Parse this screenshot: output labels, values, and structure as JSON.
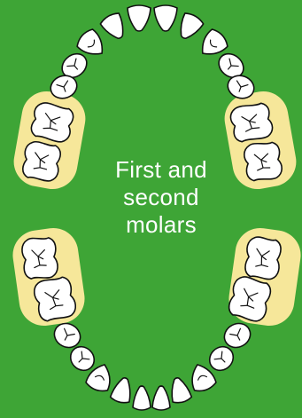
{
  "caption": {
    "line1": "First and",
    "line2": "second",
    "line3": "molars"
  },
  "colors": {
    "background": "#3ea536",
    "highlight": "#f6e79a",
    "tooth": "#ffffff",
    "outline": "#111111",
    "caption_text": "#ffffff"
  },
  "highlighted_teeth": [
    "upper-left-molars",
    "upper-right-molars",
    "lower-left-molars",
    "lower-right-molars"
  ]
}
